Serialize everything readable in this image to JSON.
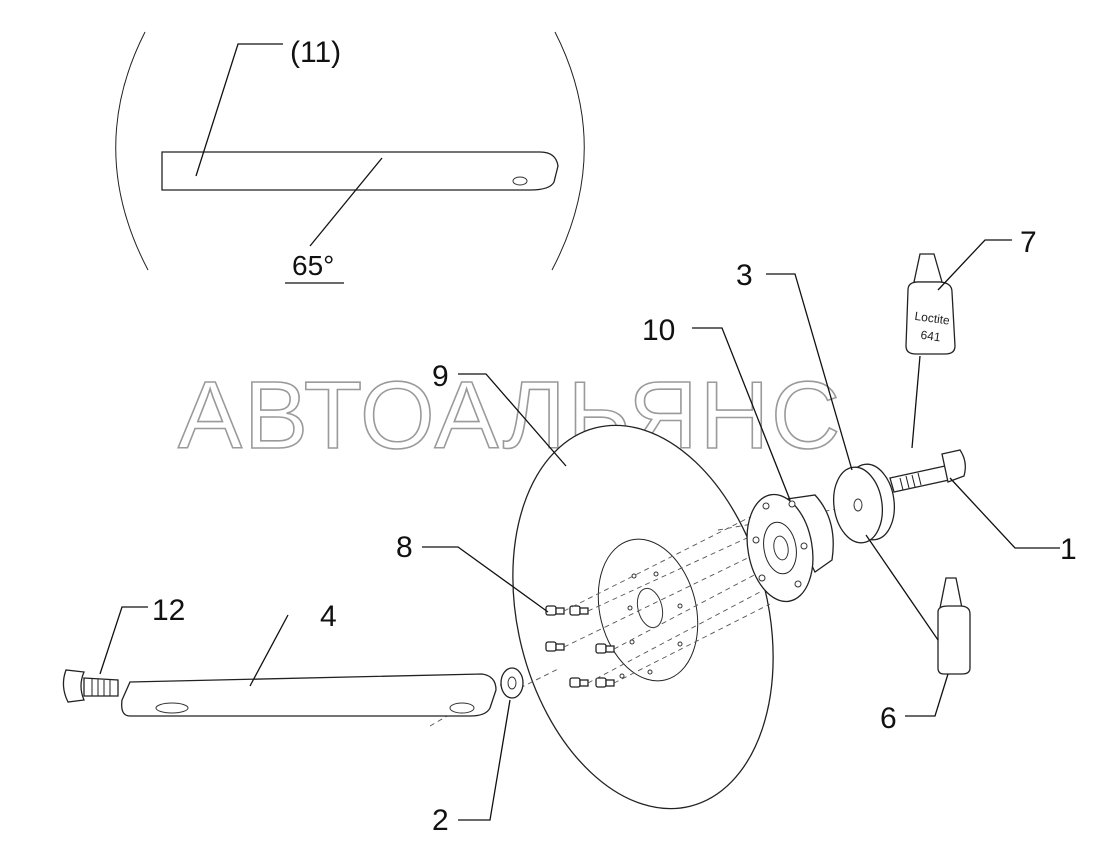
{
  "diagram": {
    "detail_callout": "(11)",
    "angle_label": "65°",
    "watermark": "АВТОАЛЬЯНС",
    "bottle_label_line1": "Loctite",
    "bottle_label_line2": "641",
    "callouts": {
      "c1": "1",
      "c2": "2",
      "c3": "3",
      "c4": "4",
      "c6": "6",
      "c7": "7",
      "c8": "8",
      "c9": "9",
      "c10": "10",
      "c12": "12"
    }
  }
}
